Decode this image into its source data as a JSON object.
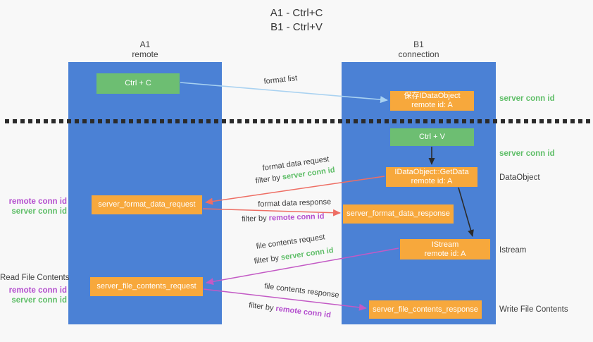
{
  "title": {
    "line1": "A1 - Ctrl+C",
    "line2": "B1 - Ctrl+V"
  },
  "lanes": {
    "a1": {
      "name": "A1",
      "role": "remote"
    },
    "b1": {
      "name": "B1",
      "role": "connection"
    }
  },
  "nodes": {
    "ctrl_c": {
      "label": "Ctrl + C"
    },
    "ctrl_v": {
      "label": "Ctrl + V"
    },
    "save_idataobject": {
      "line1": "保存IDataObject",
      "line2": "remote id: A"
    },
    "getdata": {
      "line1": "IDataObject::GetData",
      "line2": "remote id: A"
    },
    "istream": {
      "line1": "IStream",
      "line2": "remote id: A"
    },
    "format_request": {
      "label": "server_format_data_request"
    },
    "format_response": {
      "label": "server_format_data_response"
    },
    "file_request": {
      "label": "server_file_contents_request"
    },
    "file_response": {
      "label": "server_file_contents_response"
    }
  },
  "edge_labels": {
    "format_list": "format list",
    "format_data_request": "format data request",
    "format_data_response": "format data response",
    "file_contents_request": "file contents request",
    "file_contents_response": "file contents response",
    "filter_by": "filter by ",
    "server_conn_id": "server conn id",
    "remote_conn_id": "remote conn id"
  },
  "side_labels": {
    "left_top": {
      "remote": "remote conn id",
      "server": "server conn id"
    },
    "read_file": "Read File Contents",
    "left_bottom": {
      "remote": "remote conn id",
      "server": "server conn id"
    },
    "right": {
      "server_conn_id_1": "server conn id",
      "server_conn_id_2": "server conn id",
      "dataobject": "DataObject",
      "istream": "Istream",
      "write_file": "Write File Contents"
    }
  },
  "colors": {
    "lane_blue": "#4b81d5",
    "node_green": "#6dbe72",
    "node_orange": "#f7a83c",
    "arrow_lightblue": "#a9d2f1",
    "arrow_red": "#ee6e64",
    "arrow_magenta": "#c35ac5",
    "arrow_black": "#2b2b2b",
    "text_green": "#5fbe68",
    "text_purple": "#b44fce",
    "background": "#f8f8f8"
  }
}
